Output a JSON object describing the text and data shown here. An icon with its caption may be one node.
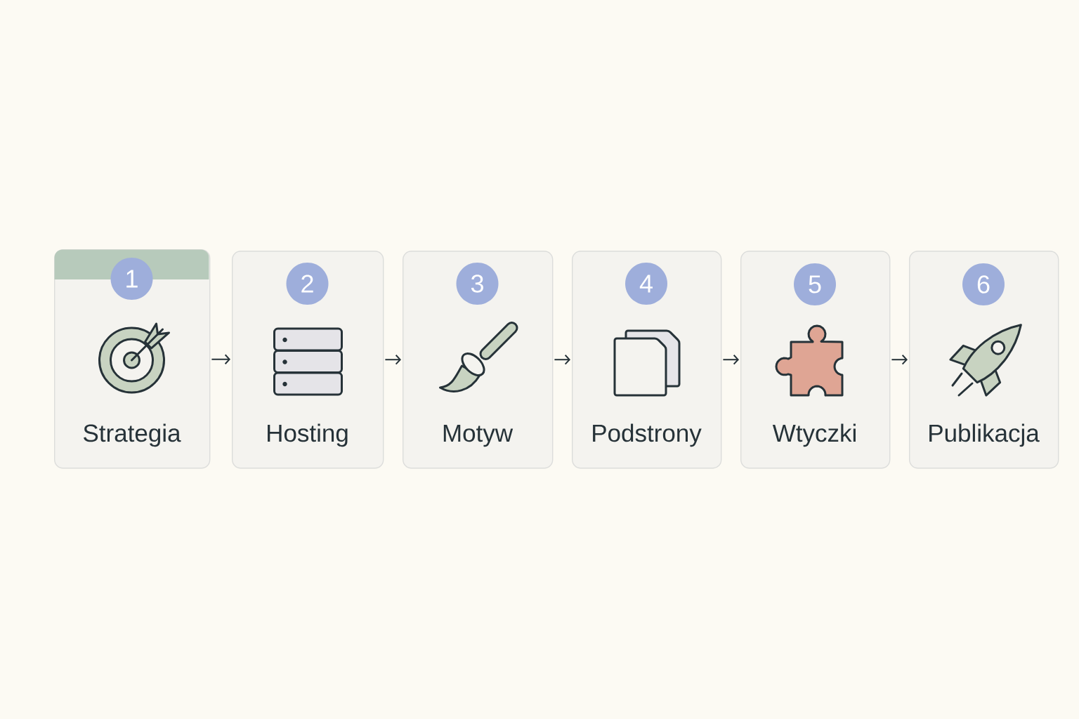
{
  "diagram": {
    "nodes": [
      {
        "text": [
          "Strategia"
        ]
      },
      {
        "text": [
          "1"
        ],
        "in": 0
      },
      {
        "text": [
          "Hosting"
        ]
      },
      {
        "text": [
          "2"
        ],
        "in": 2
      },
      {
        "text": [
          "Motyw"
        ]
      },
      {
        "text": [
          "3"
        ],
        "in": 4
      },
      {
        "text": [
          "Podstrony"
        ]
      },
      {
        "text": [
          "4"
        ],
        "in": 6
      },
      {
        "text": [
          "Wtyczki"
        ]
      },
      {
        "text": [
          "5"
        ],
        "in": 8
      },
      {
        "text": [
          "Publikacja"
        ]
      },
      {
        "text": [
          "6"
        ],
        "in": 10
      }
    ],
    "edges": [
      {
        "from": 0,
        "to": 2,
        "arrow": "to"
      },
      {
        "from": 2,
        "to": 4,
        "arrow": "to"
      },
      {
        "from": 4,
        "to": 6,
        "arrow": "to"
      },
      {
        "from": 6,
        "to": 8,
        "arrow": "to"
      },
      {
        "from": 8,
        "to": 10,
        "arrow": "to"
      }
    ]
  }
}
